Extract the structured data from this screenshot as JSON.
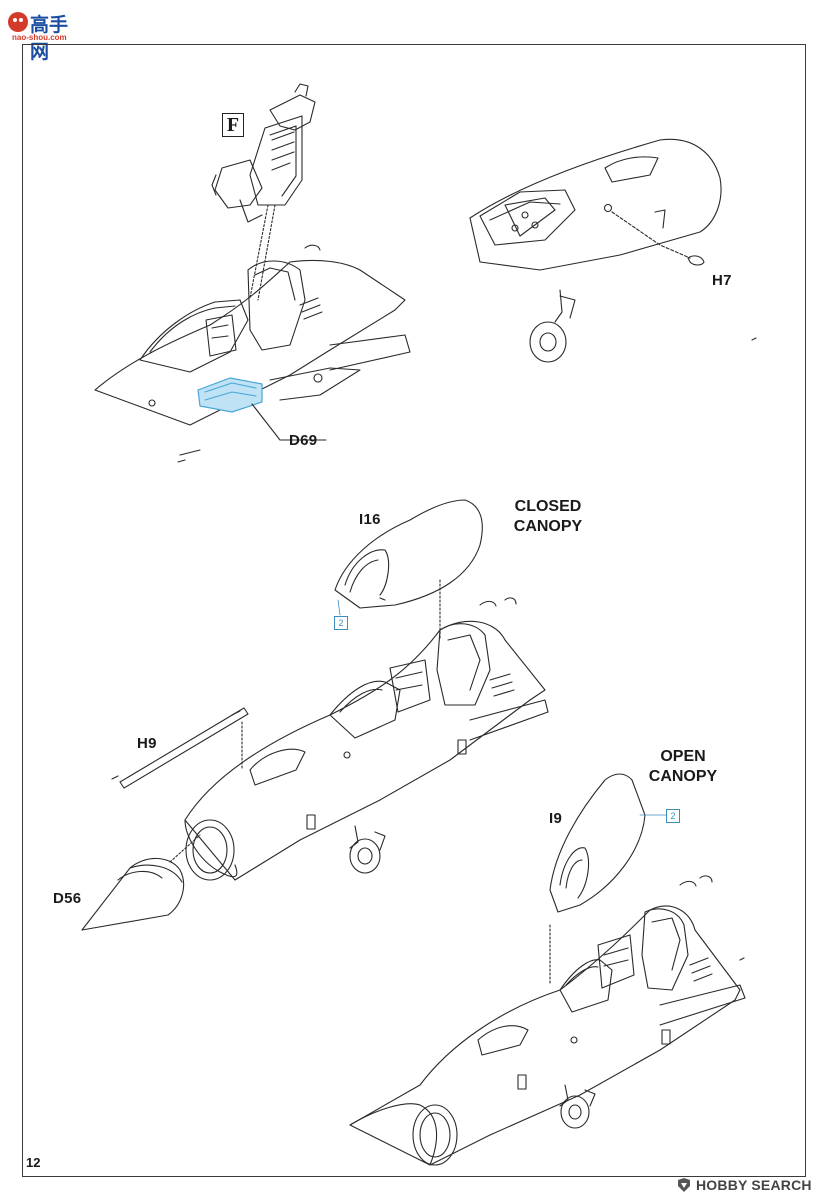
{
  "page": {
    "number": "12"
  },
  "watermarks": {
    "top_logo_text": "高手网",
    "top_logo_url": "nao-shou.com",
    "bottom_text": "HOBBY SEARCH"
  },
  "part_labels": {
    "f": "F",
    "d69": "D69",
    "h7": "H7",
    "i16": "I16",
    "h9": "H9",
    "d56": "D56",
    "i9": "I9"
  },
  "titles": {
    "closed_canopy": [
      "CLOSED",
      "CANOPY"
    ],
    "open_canopy": [
      "OPEN",
      "CANOPY"
    ]
  },
  "color_tags": {
    "i16_color": "2",
    "i9_color": "2"
  },
  "colors": {
    "line": "#2a2a2a",
    "highlight_fill": "#bfe3f5",
    "highlight_stroke": "#4aa6d6",
    "tag": "#3b8fc0"
  },
  "icons": [
    "ejection-seat-icon",
    "fuselage-drawing",
    "canopy-drawing",
    "nose-cone-drawing",
    "pitot-probe-drawing",
    "landing-gear-drawing"
  ]
}
